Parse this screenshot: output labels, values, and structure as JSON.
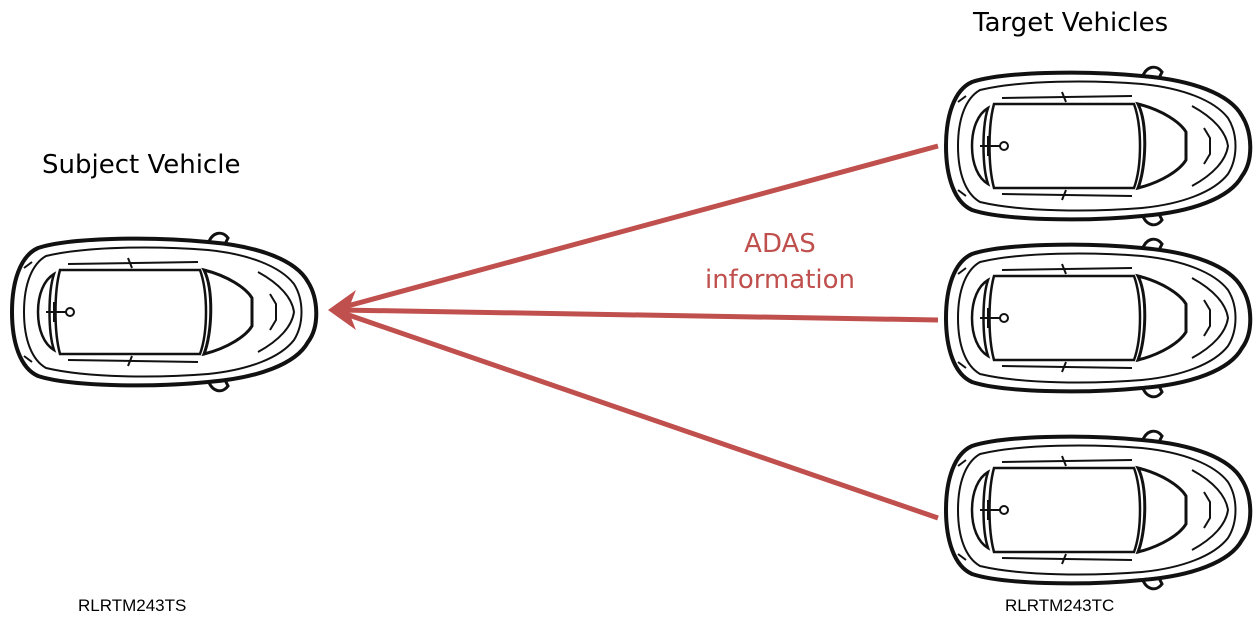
{
  "subject": {
    "label": "Subject Vehicle",
    "code": "RLRTM243TS"
  },
  "targets": {
    "label": "Target Vehicles",
    "code": "RLRTM243TC",
    "count": 3
  },
  "link": {
    "label_line1": "ADAS",
    "label_line2": "information",
    "color": "#c0504d"
  }
}
